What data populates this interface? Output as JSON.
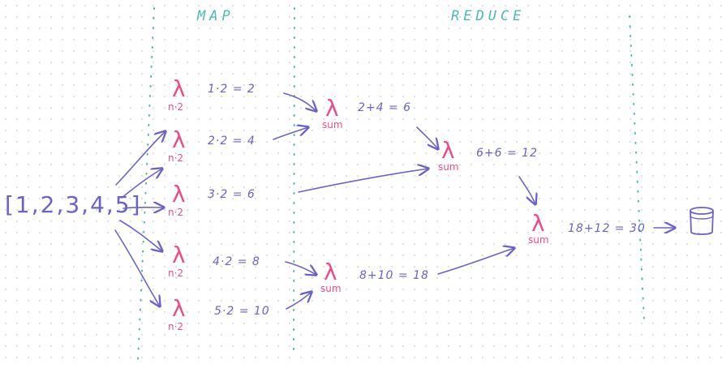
{
  "colors": {
    "section": "#4fb8b2",
    "lambda": "#ea4c8c",
    "ink": "#6b62c9"
  },
  "headers": {
    "map": "MAP",
    "reduce": "REDUCE"
  },
  "input": {
    "label": "[1,2,3,4,5]"
  },
  "lambda_symbol": "λ",
  "map_nodes": [
    {
      "sub": "n·2",
      "calc": "1·2 = 2"
    },
    {
      "sub": "n·2",
      "calc": "2·2 = 4"
    },
    {
      "sub": "n·2",
      "calc": "3·2 = 6"
    },
    {
      "sub": "n·2",
      "calc": "4·2 = 8"
    },
    {
      "sub": "n·2",
      "calc": "5·2 = 10"
    }
  ],
  "reduce_nodes": [
    {
      "sub": "sum",
      "calc": "2+4 = 6"
    },
    {
      "sub": "sum",
      "calc": "8+10 = 18"
    },
    {
      "sub": "sum",
      "calc": "6+6 = 12"
    },
    {
      "sub": "sum",
      "calc": "18+12 = 30"
    }
  ],
  "output": {
    "icon": "database-icon"
  }
}
